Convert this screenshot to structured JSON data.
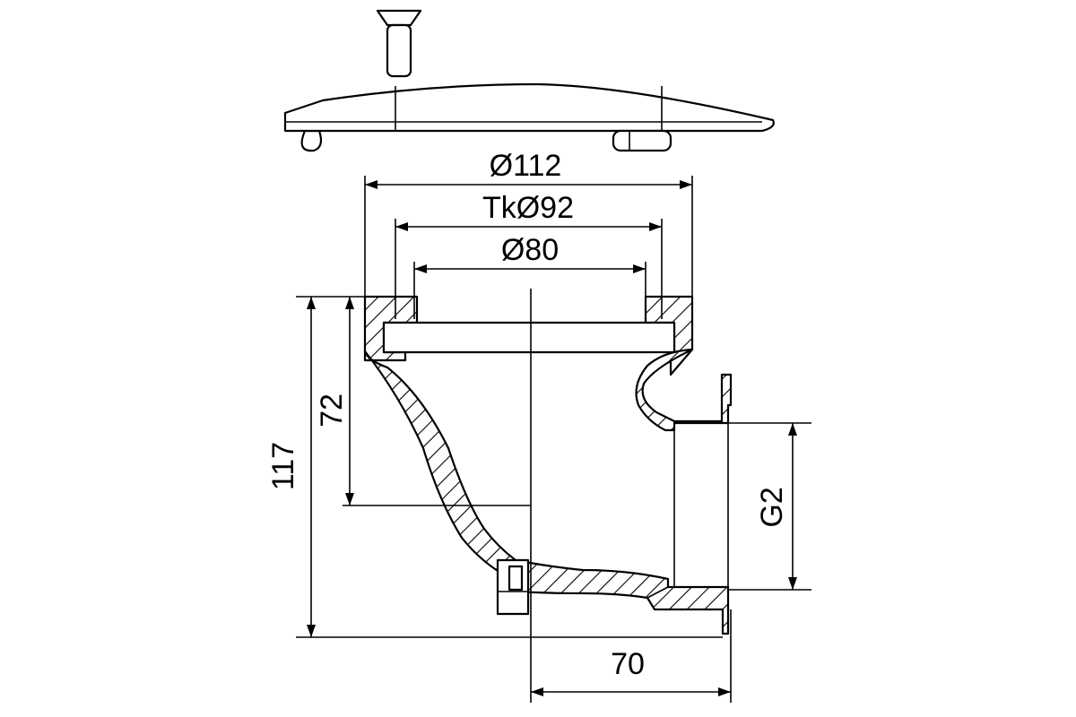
{
  "dimensions": {
    "outer_diameter": "Ø112",
    "bolt_circle": "TkØ92",
    "inner_diameter": "Ø80",
    "total_height": "117",
    "upper_height": "72",
    "thread": "G2",
    "outlet_offset": "70"
  },
  "colors": {
    "line": "#000000",
    "background": "#ffffff"
  }
}
